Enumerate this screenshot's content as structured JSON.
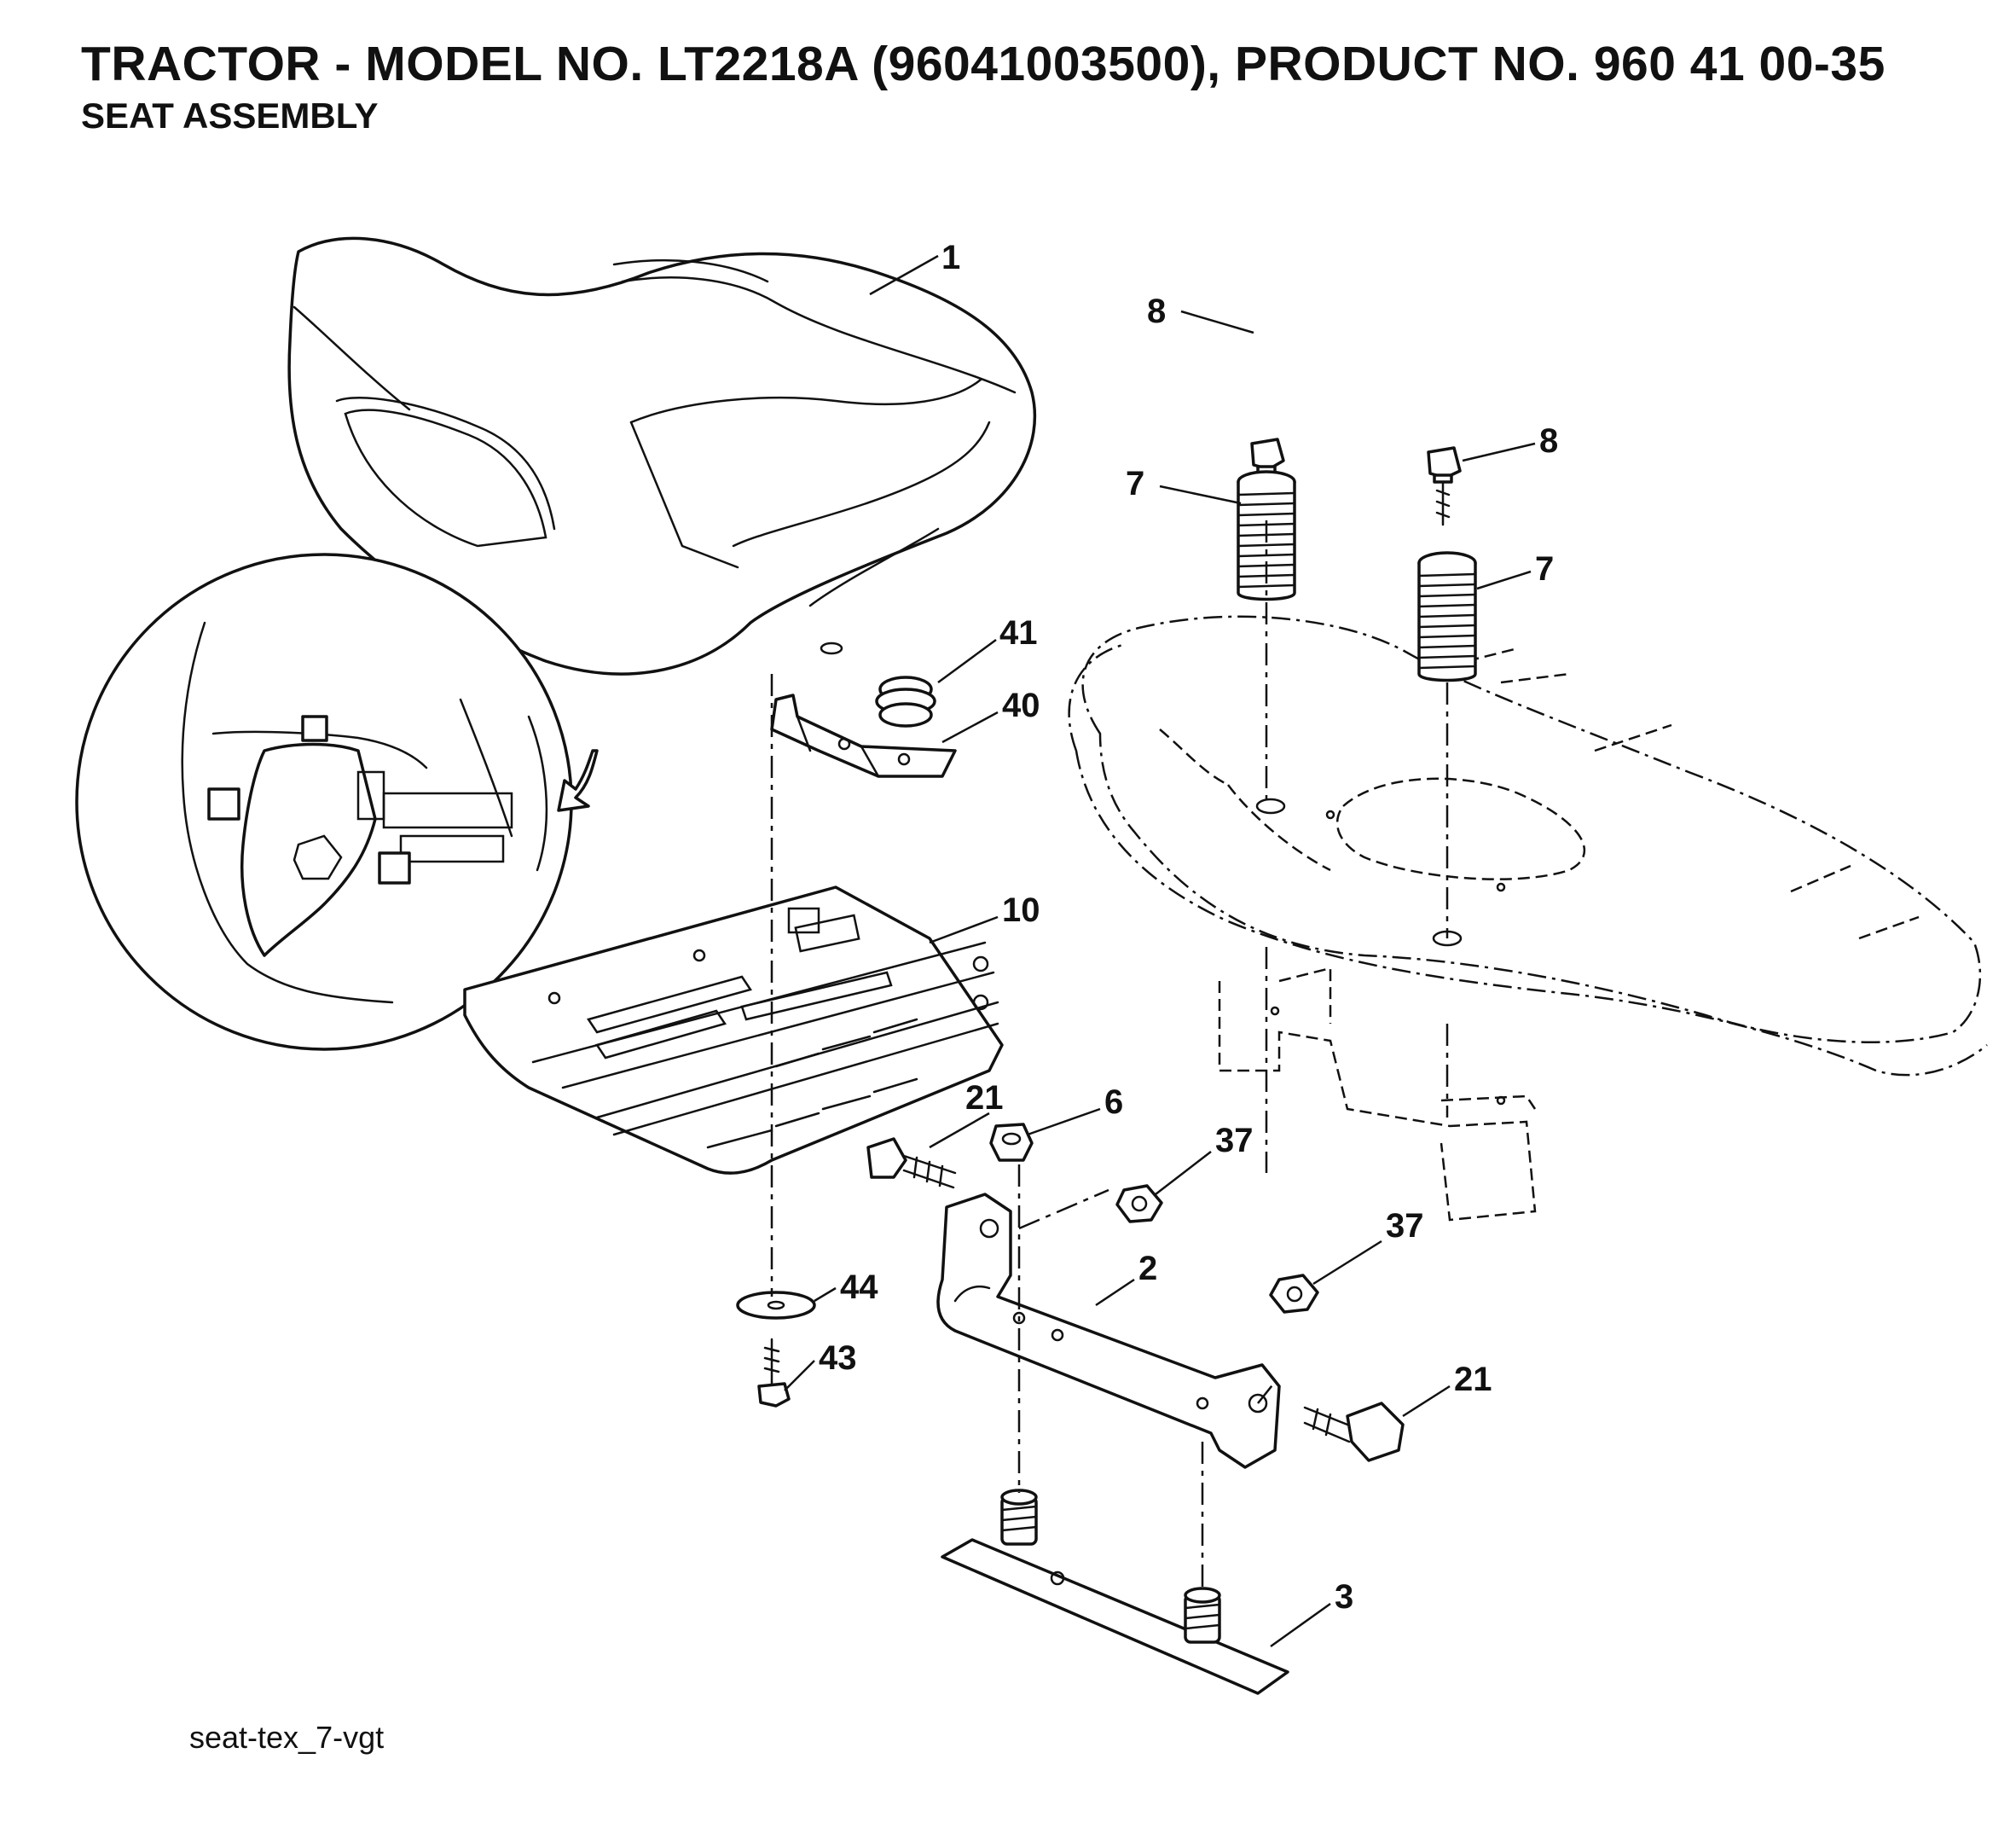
{
  "header": {
    "title": "TRACTOR - MODEL NO. LT2218A (96041003500), PRODUCT NO. 960 41 00-35",
    "subtitle": "SEAT ASSEMBLY"
  },
  "footer": {
    "drawing_code": "seat-tex_7-vgt"
  },
  "callouts": [
    {
      "label": "1"
    },
    {
      "label": "8"
    },
    {
      "label": "8"
    },
    {
      "label": "7"
    },
    {
      "label": "7"
    },
    {
      "label": "41"
    },
    {
      "label": "40"
    },
    {
      "label": "10"
    },
    {
      "label": "21"
    },
    {
      "label": "6"
    },
    {
      "label": "37"
    },
    {
      "label": "37"
    },
    {
      "label": "2"
    },
    {
      "label": "44"
    },
    {
      "label": "43"
    },
    {
      "label": "21"
    },
    {
      "label": "3"
    }
  ],
  "colors": {
    "ink": "#111111",
    "paper": "#ffffff"
  }
}
